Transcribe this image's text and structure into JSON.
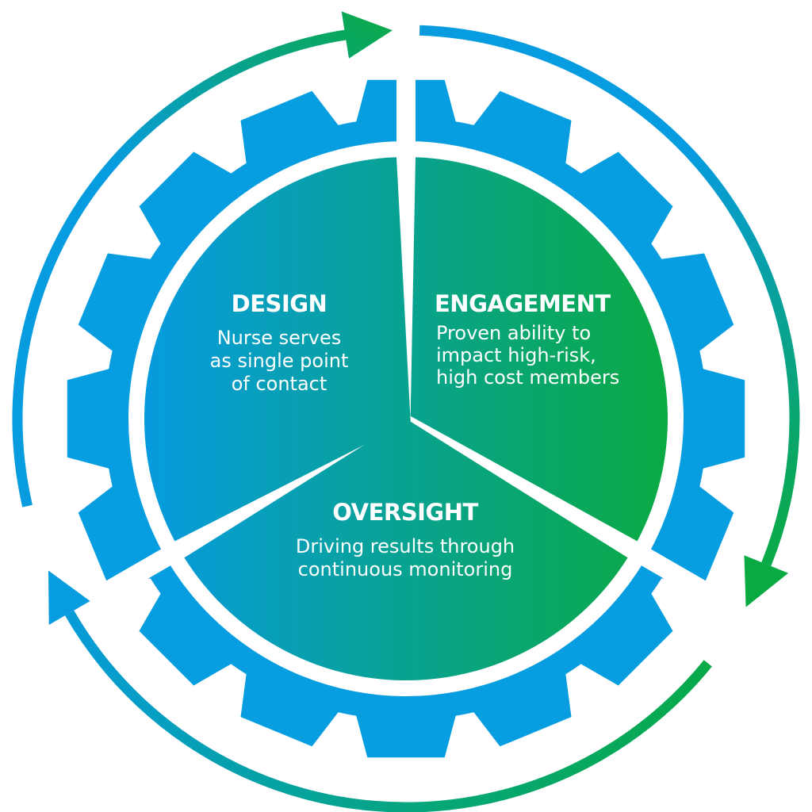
{
  "colors": {
    "blue": "#079be0",
    "green": "#0aaa43",
    "gear": "#069ee0",
    "background": "#ffffff"
  },
  "segments": [
    {
      "id": "design",
      "title": "DESIGN",
      "lines": [
        "Nurse serves",
        "as single point",
        "of contact"
      ]
    },
    {
      "id": "engagement",
      "title": "ENGAGEMENT",
      "lines": [
        "Proven ability to",
        "impact high-risk,",
        "high cost members"
      ]
    },
    {
      "id": "oversight",
      "title": "OVERSIGHT",
      "lines": [
        "Driving results through",
        "continuous monitoring"
      ]
    }
  ],
  "icons": {
    "gear": "gear-icon",
    "cycle_arrows": "cycle-arrow-icon"
  }
}
